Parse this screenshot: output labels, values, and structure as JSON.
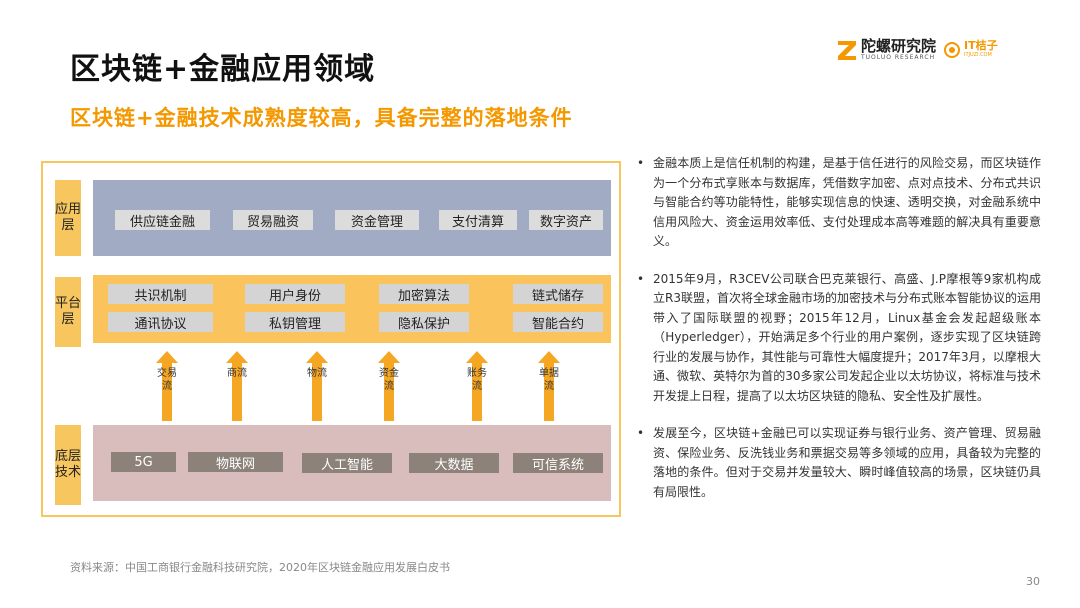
{
  "header": {
    "title": "区块链+金融应用领域",
    "subtitle": "区块链+金融技术成熟度较高，具备完整的落地条件"
  },
  "logos": {
    "tuoluo_cn": "陀螺研究院",
    "tuoluo_en": "TUOLUO RESEARCH",
    "itjuzi_cn": "IT桔子",
    "itjuzi_en": "ITJUZI.COM"
  },
  "diagram": {
    "application_layer": {
      "label": "应用层",
      "items": [
        "供应链金融",
        "贸易融资",
        "资金管理",
        "支付清算",
        "数字资产"
      ]
    },
    "platform_layer": {
      "label": "平台层",
      "items": [
        "共识机制",
        "用户身份",
        "加密算法",
        "链式储存",
        "通讯协议",
        "私钥管理",
        "隐私保护",
        "智能合约"
      ]
    },
    "flows": [
      "交易流",
      "商流",
      "物流",
      "资金流",
      "账务流",
      "单据流"
    ],
    "base_layer": {
      "label": "底层技术",
      "items": [
        "5G",
        "物联网",
        "人工智能",
        "大数据",
        "可信系统"
      ]
    }
  },
  "bullets": [
    "金融本质上是信任机制的构建，是基于信任进行的风险交易，而区块链作为一个分布式享账本与数据库，凭借数字加密、点对点技术、分布式共识与智能合约等功能特性，能够实现信息的快速、透明交换，对金融系统中信用风险大、资金运用效率低、支付处理成本高等难题的解决具有重要意义。",
    "2015年9月，R3CEV公司联合巴克莱银行、高盛、J.P摩根等9家机构成立R3联盟，首次将全球金融市场的加密技术与分布式账本智能协议的运用带入了国际联盟的视野；2015年12月，Linux基金会发起超级账本（Hyperledger），开始满足多个行业的用户案例，逐步实现了区块链跨行业的发展与协作，其性能与可靠性大幅度提升；2017年3月，以摩根大通、微软、英特尔为首的30多家公司发起企业以太坊协议，将标准与技术开发提上日程，提高了以太坊区块链的隐私、安全性及扩展性。",
    "发展至今，区块链+金融已可以实现证券与银行业务、资产管理、贸易融资、保险业务、反洗钱业务和票据交易等多领域的应用，具备较为完整的落地的条件。但对于交易并发量较大、瞬时峰值较高的场景，区块链仍具有局限性。"
  ],
  "bullet_marker": "•",
  "footer": {
    "source": "资料来源：中国工商银行金融科技研究院，2020年区块链金融应用发展白皮书",
    "page": "30"
  },
  "colors": {
    "accent": "#f39800",
    "app_band": "#a1abc4",
    "platform_band": "#fbc35b",
    "base_band": "#d9bcbc",
    "label_bg": "#f7c65e"
  }
}
